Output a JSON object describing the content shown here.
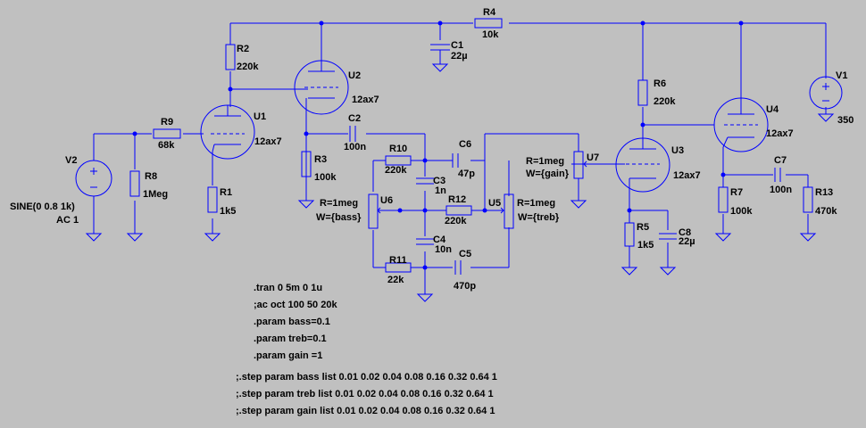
{
  "labels": {
    "R4": "R4",
    "R4v": "10k",
    "C1": "C1",
    "C1v": "22µ",
    "R2": "R2",
    "R2v": "220k",
    "U2": "U2",
    "U2v": "12ax7",
    "U1": "U1",
    "U1v": "12ax7",
    "R9": "R9",
    "R9v": "68k",
    "V2": "V2",
    "V2v1": "SINE(0 0.8 1k)",
    "V2v2": "AC 1",
    "R8": "R8",
    "R8v": "1Meg",
    "R1": "R1",
    "R1v": "1k5",
    "R3": "R3",
    "R3v": "100k",
    "C2": "C2",
    "C2v": "100n",
    "R10": "R10",
    "R10v": "220k",
    "C6": "C6",
    "C6v": "47p",
    "C3": "C3",
    "C3v": "1n",
    "U6": "U6",
    "U6r": "R=1meg",
    "U6w": "W={bass}",
    "R12": "R12",
    "R12v": "220k",
    "U5": "U5",
    "U5r": "R=1meg",
    "U5w": "W={treb}",
    "C4": "C4",
    "C4v": "10n",
    "R11": "R11",
    "R11v": "22k",
    "C5": "C5",
    "C5v": "470p",
    "U7": "U7",
    "U7r": "R=1meg",
    "U7w": "W={gain}",
    "R6": "R6",
    "R6v": "220k",
    "U3": "U3",
    "U3v": "12ax7",
    "U4": "U4",
    "U4v": "12ax7",
    "V1": "V1",
    "V1v": "350",
    "R5": "R5",
    "R5v": "1k5",
    "C8": "C8",
    "C8v": "22µ",
    "R7": "R7",
    "R7v": "100k",
    "C7": "C7",
    "C7v": "100n",
    "R13": "R13",
    "R13v": "470k"
  },
  "directives": [
    ".tran 0 5m 0 1u",
    ";ac oct 100 50 20k",
    ".param bass=0.1",
    ".param treb=0.1",
    ".param gain =1",
    ";.step param bass list 0.01 0.02 0.04 0.08 0.16 0.32 0.64 1",
    ";.step param treb list 0.01 0.02 0.04 0.08 0.16 0.32 0.64 1",
    ";.step param gain list 0.01 0.02 0.04 0.08 0.16 0.32 0.64 1"
  ]
}
